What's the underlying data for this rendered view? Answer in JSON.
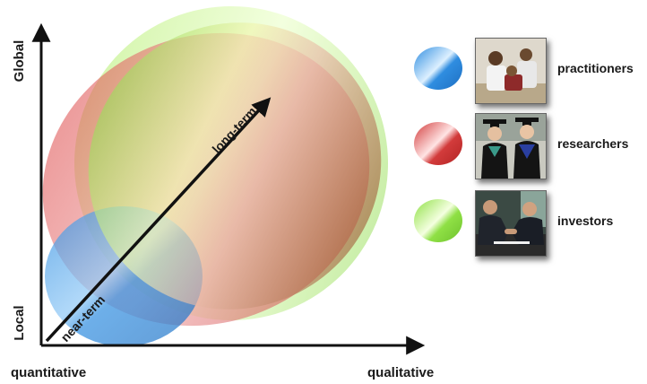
{
  "axes": {
    "y_top": "Global",
    "y_bottom": "Local",
    "x_left": "quantitative",
    "x_right": "qualitative"
  },
  "arrow": {
    "start_label": "near-term",
    "end_label": "long-term"
  },
  "legend": [
    {
      "label": "practitioners",
      "color": "#3f9be8",
      "photo_icon": "practitioners-photo"
    },
    {
      "label": "researchers",
      "color": "#d23b3b",
      "photo_icon": "graduates-photo"
    },
    {
      "label": "investors",
      "color": "#8fe045",
      "photo_icon": "handshake-photo"
    }
  ]
}
